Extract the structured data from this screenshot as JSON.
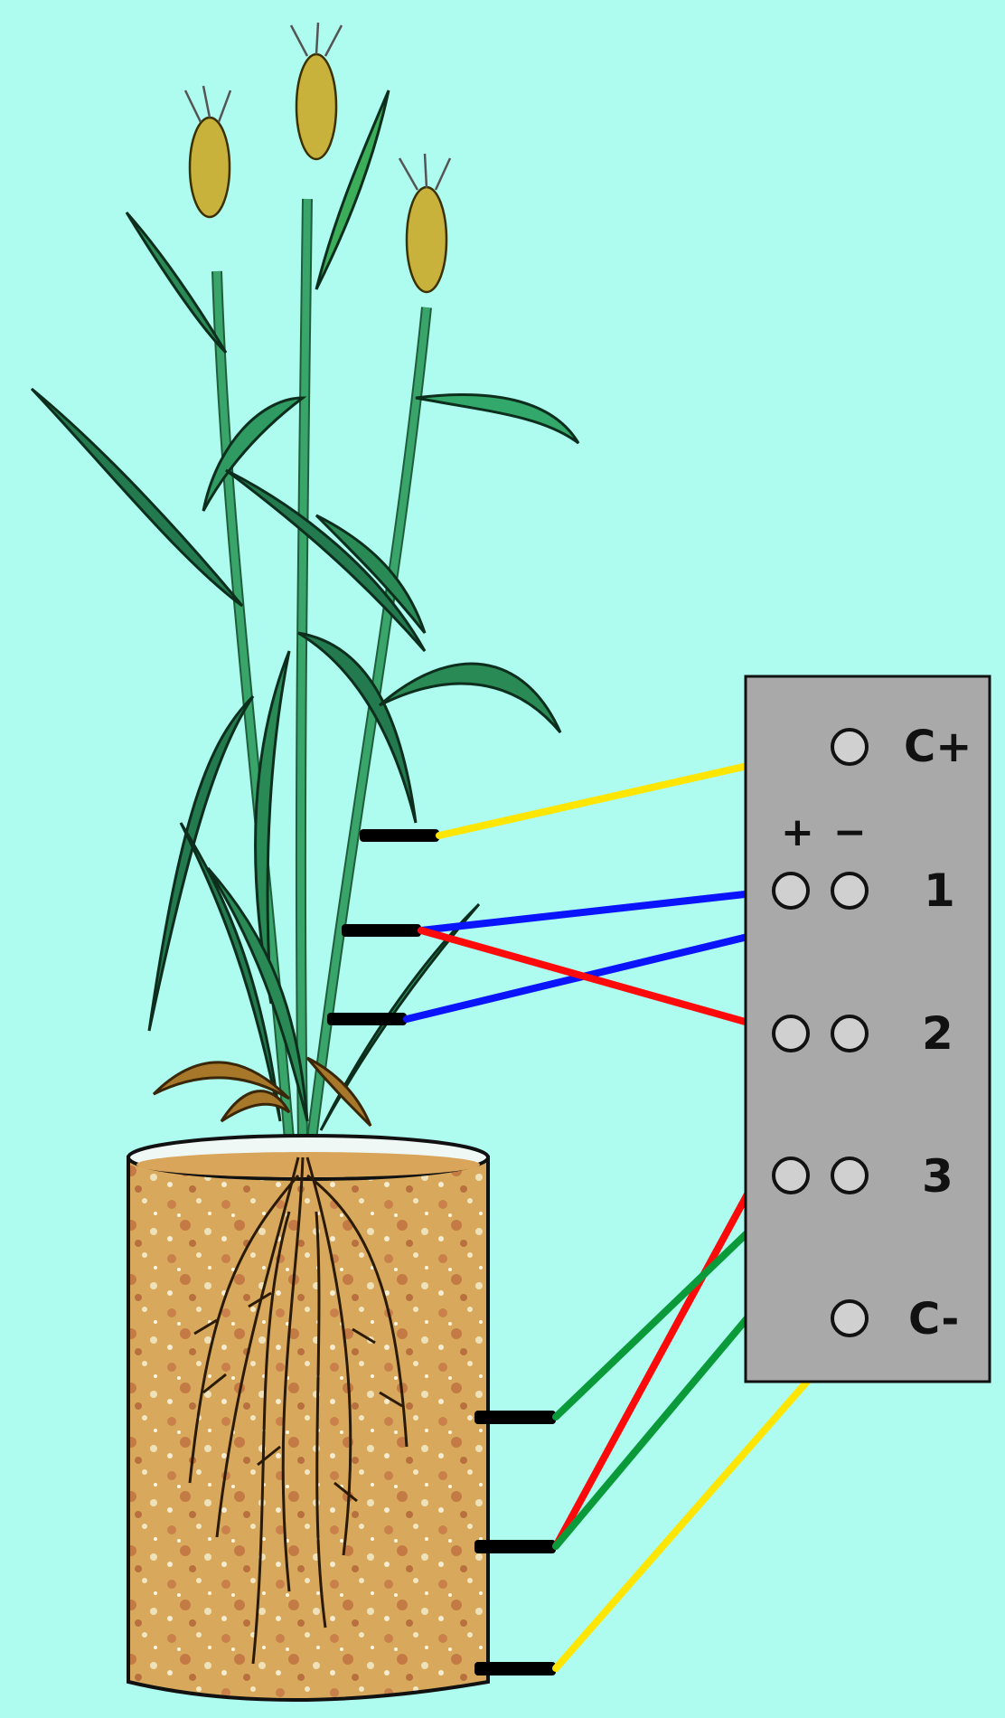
{
  "background_color": "#aefbf0",
  "panel": {
    "color": "#a9a9a9",
    "terminal_color": "#d0d0d0",
    "labels": {
      "c_plus": "C+",
      "plus": "+",
      "minus": "−",
      "row1": "1",
      "row2": "2",
      "row3": "3",
      "c_minus": "C-"
    }
  },
  "wires": {
    "yellow": "#ffe600",
    "blue": "#0a14ff",
    "red": "#ff0a0a",
    "green": "#0a9a3a"
  },
  "plant": {
    "leaf_color": "#2e8b57",
    "ear_color": "#c8b23c",
    "soil_color": "#d9a55a"
  }
}
